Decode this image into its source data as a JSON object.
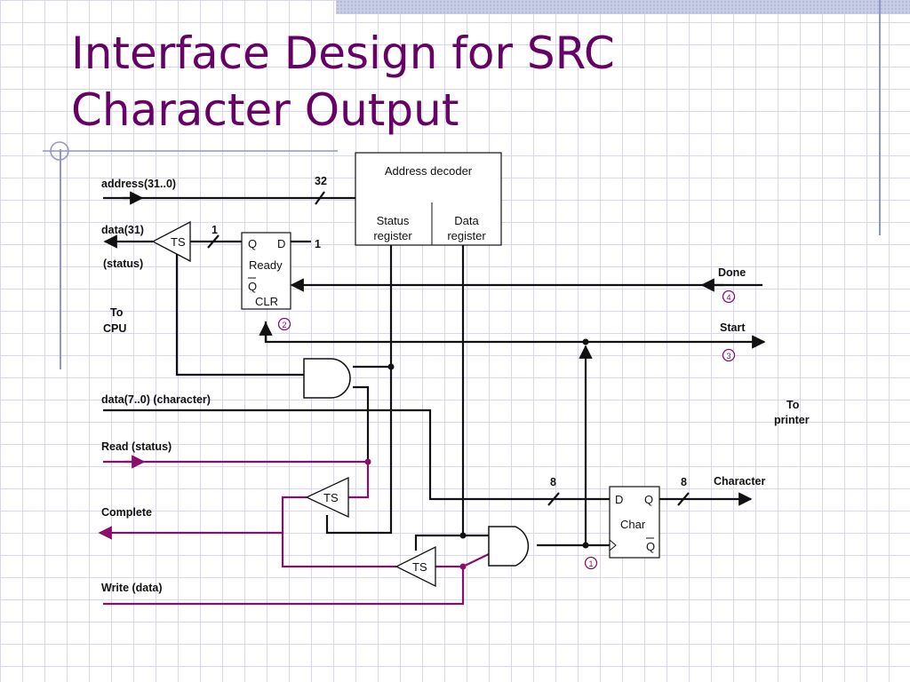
{
  "slide": {
    "title_line1": "Interface Design for SRC",
    "title_line2": "Character Output"
  },
  "diagram": {
    "blocks": {
      "address_decoder": "Address decoder",
      "status_register_1": "Status",
      "status_register_2": "register",
      "data_register_1": "Data",
      "data_register_2": "register",
      "ready_q": "Q",
      "ready_d": "D",
      "ready_name": "Ready",
      "ready_qbar": "Q",
      "ready_clr": "CLR",
      "char_d": "D",
      "char_q": "Q",
      "char_name": "Char",
      "char_qbar": "Q",
      "ts": "TS"
    },
    "signals": {
      "address": "address(31..0)",
      "address_width": "32",
      "data31": "data(31)",
      "status": "(status)",
      "ready_in_width": "1",
      "ready_d_value": "1",
      "to_cpu_1": "To",
      "to_cpu_2": "CPU",
      "data_char": "data(7..0)  (character)",
      "read_status": "Read (status)",
      "complete": "Complete",
      "write_data": "Write (data)",
      "done": "Done",
      "start": "Start",
      "to_printer_1": "To",
      "to_printer_2": "printer",
      "char_width_in": "8",
      "char_width_out": "8",
      "character": "Character"
    },
    "step_markers": [
      "1",
      "2",
      "3",
      "4"
    ]
  },
  "colors": {
    "title": "#660066",
    "control_wire": "#880f6e",
    "grid": "#d6d8ee"
  }
}
